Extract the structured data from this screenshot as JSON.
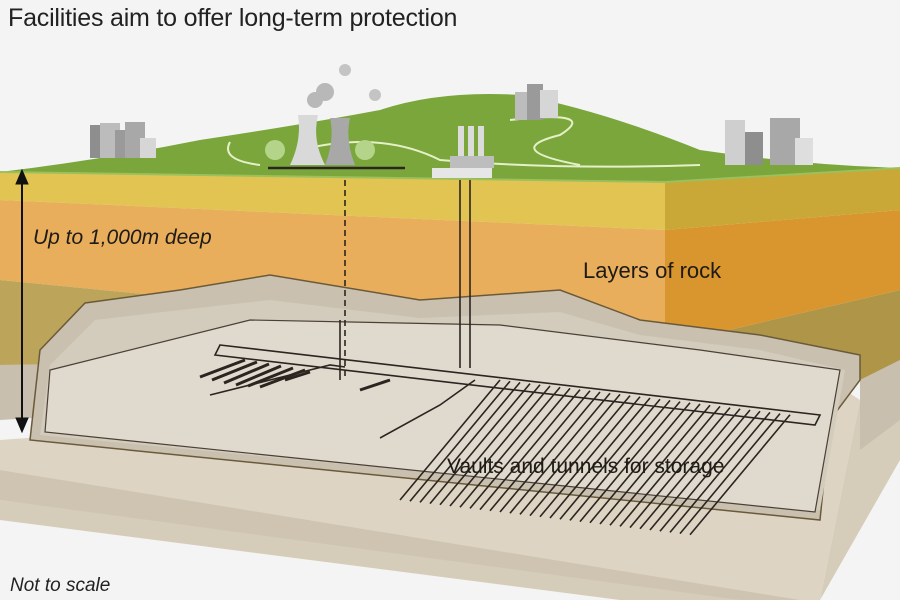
{
  "title": "Facilities aim to offer long-term protection",
  "labels": {
    "depth": "Up to 1,000m deep",
    "rock_layers": "Layers of rock",
    "vaults": "Vaults and tunnels for storage",
    "scale_note": "Not to scale"
  },
  "surface_features": [
    {
      "name": "town-left",
      "icon": "buildings-icon"
    },
    {
      "name": "cooling-towers",
      "icon": "power-station-icon"
    },
    {
      "name": "factory",
      "icon": "factory-icon"
    },
    {
      "name": "town-hilltop",
      "icon": "buildings-icon"
    },
    {
      "name": "town-right",
      "icon": "buildings-icon"
    }
  ],
  "colors": {
    "background": "#f4f4f4",
    "grass": "#7aa63c",
    "grass_light": "#9cc05c",
    "rock_yellow": "#e2c452",
    "rock_orange": "#e8ae5c",
    "rock_olive": "#bca55a",
    "repository_floor": "#e0dace",
    "cavern_wall": "#c9c0b0",
    "base_slab": "#d3c9b7",
    "tunnel_line": "#2a2520"
  }
}
